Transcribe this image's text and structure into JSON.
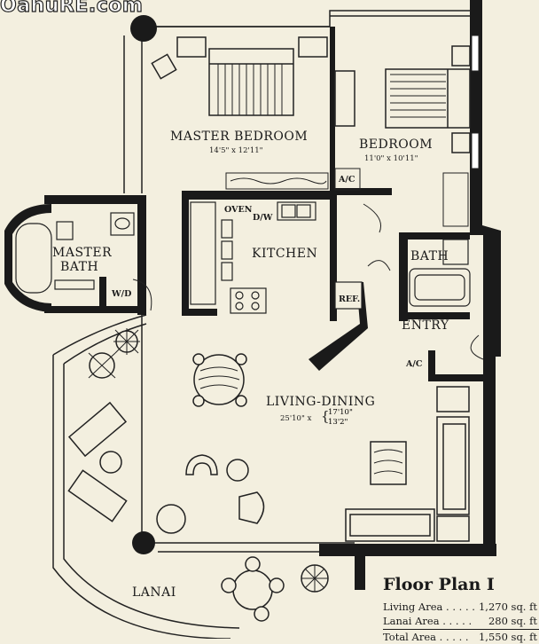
{
  "watermark": "OahuRE.com",
  "rooms": {
    "master_bedroom": "MASTER BEDROOM",
    "master_bedroom_dims": "14'5\" x 12'11\"",
    "bedroom": "BEDROOM",
    "bedroom_dims": "11'0\" x 10'11\"",
    "ac_top": "A/C",
    "oven": "OVEN",
    "dw": "D/W",
    "kitchen": "KITCHEN",
    "master_bath_line1": "MASTER",
    "master_bath_line2": "BATH",
    "wd": "W/D",
    "bath": "BATH",
    "ref": "REF.",
    "entry": "ENTRY",
    "ac_entry": "A/C",
    "living_dining": "LIVING-DINING",
    "living_dims_prefix": "25'10\" x",
    "living_dims_a": "17'10\"",
    "living_dims_b": "13'2\"",
    "lanai": "LANAI"
  },
  "legend": {
    "title": "Floor Plan I",
    "rows": [
      {
        "label": "Living Area . . . . .",
        "value": "1,270 sq. ft"
      },
      {
        "label": "Lanai Area . . . . .",
        "value": "280 sq. ft"
      },
      {
        "label": "Total Area . . . . .",
        "value": "1,550 sq. ft"
      }
    ]
  }
}
